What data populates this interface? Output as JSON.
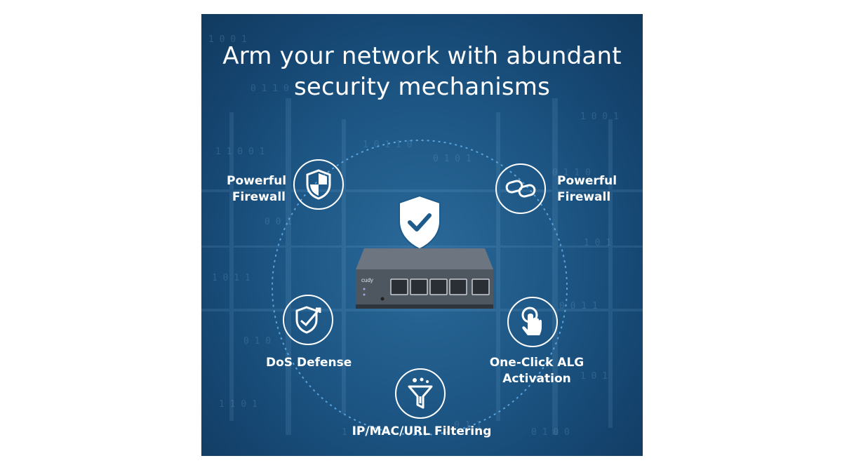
{
  "headline": {
    "line1": "Arm your network with abundant",
    "line2": "security mechanisms"
  },
  "features": {
    "top_left": {
      "line1": "Powerful",
      "line2": "Firewall",
      "icon": "shield-icon"
    },
    "top_right": {
      "line1": "Powerful",
      "line2": "Firewall",
      "icon": "chain-link-icon"
    },
    "bottom_left": {
      "label": "DoS Defense",
      "icon": "dos-shield-icon"
    },
    "bottom_right": {
      "line1": "One-Click ALG",
      "line2": "Activation",
      "icon": "tap-hand-icon"
    },
    "bottom_center": {
      "label": "IP/MAC/URL Filtering",
      "icon": "filter-funnel-icon"
    }
  },
  "device": {
    "brand": "cudy",
    "center_icon": "shield-check-icon"
  },
  "colors": {
    "background": "#1d5684",
    "accent": "#ffffff",
    "dotted_ring": "#4fa3e0"
  }
}
